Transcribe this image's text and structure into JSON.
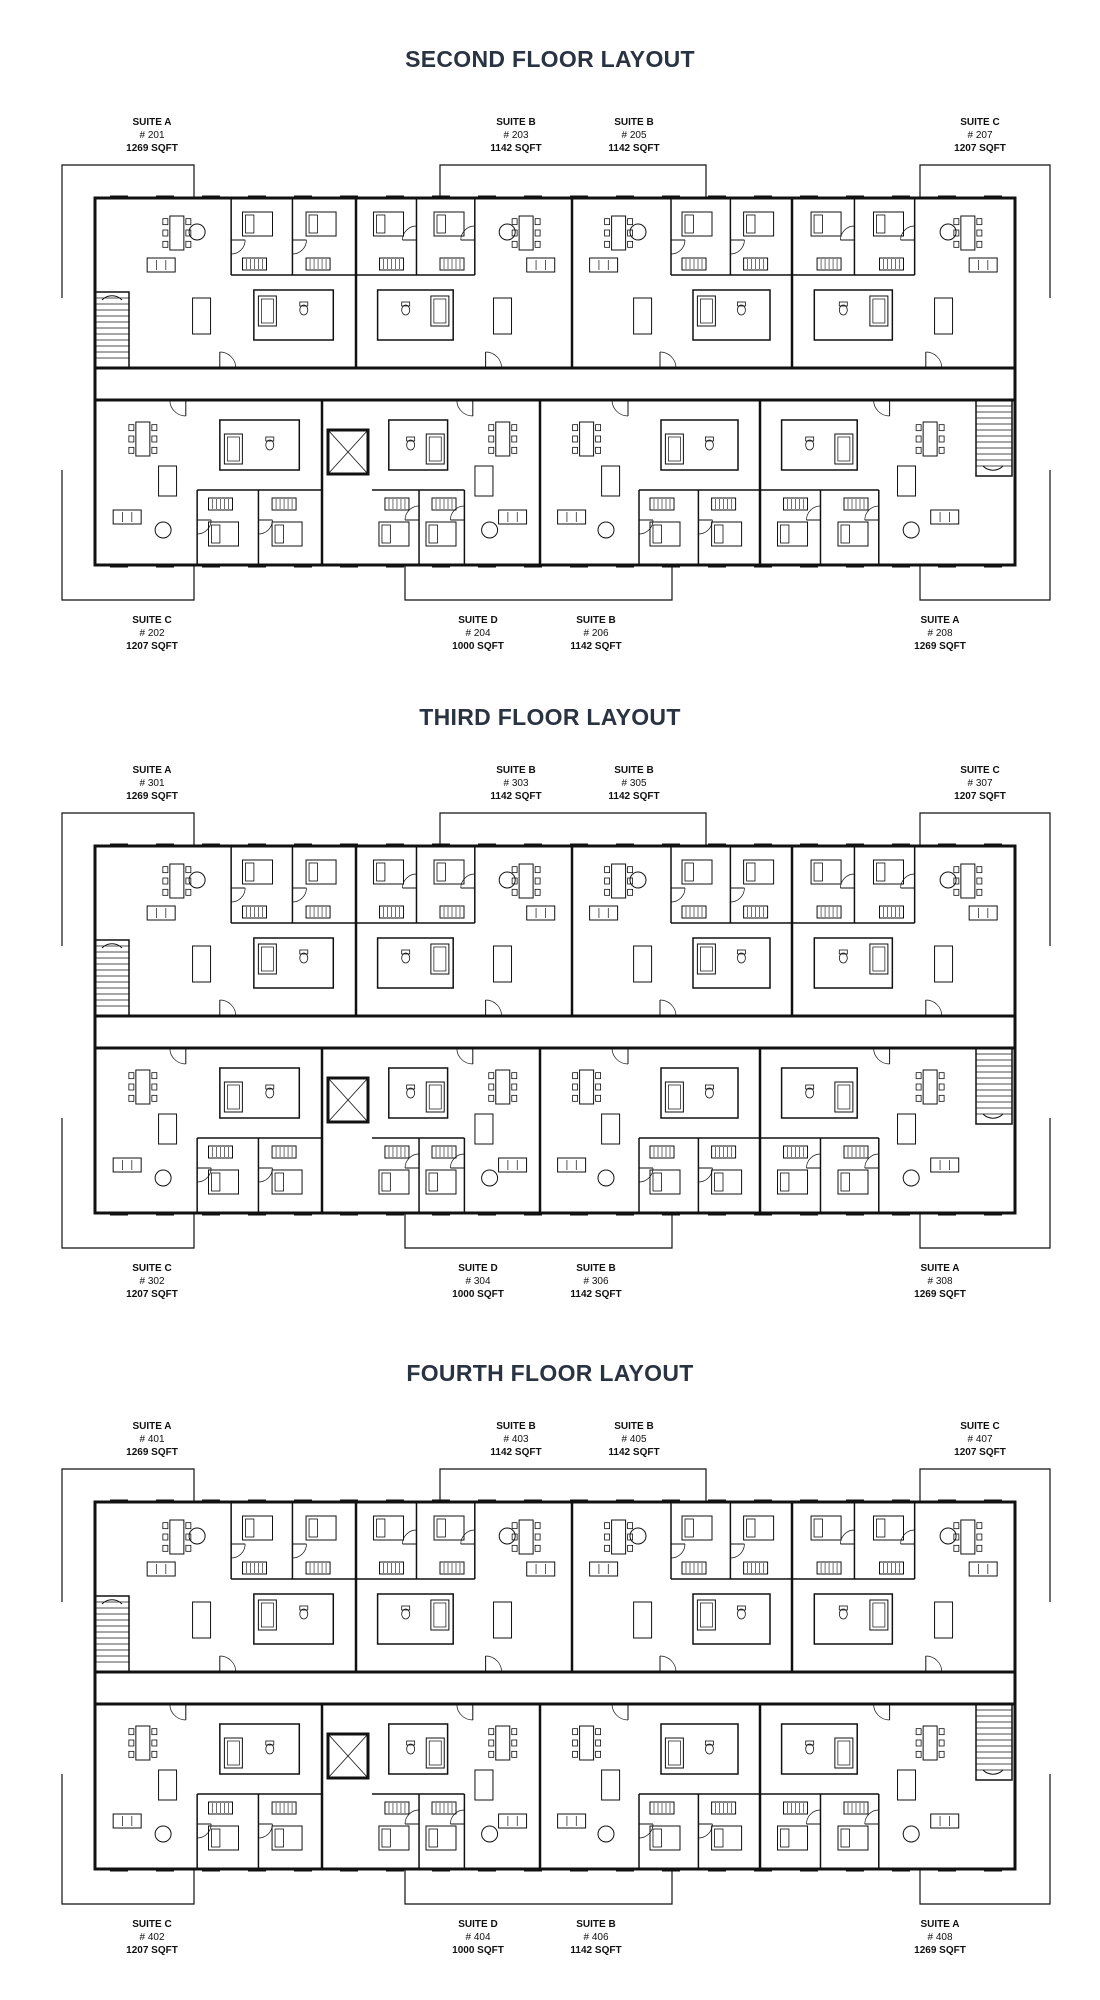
{
  "floors": [
    {
      "title": "SECOND FLOOR LAYOUT",
      "top_suites": [
        {
          "type": "SUITE A",
          "number": "# 201",
          "area": "1269 SQFT"
        },
        {
          "type": "SUITE B",
          "number": "# 203",
          "area": "1142 SQFT"
        },
        {
          "type": "SUITE B",
          "number": "# 205",
          "area": "1142 SQFT"
        },
        {
          "type": "SUITE C",
          "number": "# 207",
          "area": "1207 SQFT"
        }
      ],
      "bottom_suites": [
        {
          "type": "SUITE C",
          "number": "# 202",
          "area": "1207 SQFT"
        },
        {
          "type": "SUITE D",
          "number": "# 204",
          "area": "1000 SQFT"
        },
        {
          "type": "SUITE B",
          "number": "# 206",
          "area": "1142 SQFT"
        },
        {
          "type": "SUITE A",
          "number": "# 208",
          "area": "1269 SQFT"
        }
      ]
    },
    {
      "title": "THIRD FLOOR LAYOUT",
      "top_suites": [
        {
          "type": "SUITE A",
          "number": "# 301",
          "area": "1269 SQFT"
        },
        {
          "type": "SUITE B",
          "number": "# 303",
          "area": "1142 SQFT"
        },
        {
          "type": "SUITE B",
          "number": "# 305",
          "area": "1142 SQFT"
        },
        {
          "type": "SUITE C",
          "number": "# 307",
          "area": "1207 SQFT"
        }
      ],
      "bottom_suites": [
        {
          "type": "SUITE C",
          "number": "# 302",
          "area": "1207 SQFT"
        },
        {
          "type": "SUITE D",
          "number": "# 304",
          "area": "1000 SQFT"
        },
        {
          "type": "SUITE B",
          "number": "# 306",
          "area": "1142 SQFT"
        },
        {
          "type": "SUITE A",
          "number": "# 308",
          "area": "1269 SQFT"
        }
      ]
    },
    {
      "title": "FOURTH FLOOR LAYOUT",
      "top_suites": [
        {
          "type": "SUITE A",
          "number": "# 401",
          "area": "1269 SQFT"
        },
        {
          "type": "SUITE B",
          "number": "# 403",
          "area": "1142 SQFT"
        },
        {
          "type": "SUITE B",
          "number": "# 405",
          "area": "1142 SQFT"
        },
        {
          "type": "SUITE C",
          "number": "# 407",
          "area": "1207 SQFT"
        }
      ],
      "bottom_suites": [
        {
          "type": "SUITE C",
          "number": "# 402",
          "area": "1207 SQFT"
        },
        {
          "type": "SUITE D",
          "number": "# 404",
          "area": "1000 SQFT"
        },
        {
          "type": "SUITE B",
          "number": "# 406",
          "area": "1142 SQFT"
        },
        {
          "type": "SUITE A",
          "number": "# 408",
          "area": "1269 SQFT"
        }
      ]
    }
  ],
  "colors": {
    "title": "#2a3342",
    "line": "#111111",
    "background": "#ffffff"
  }
}
